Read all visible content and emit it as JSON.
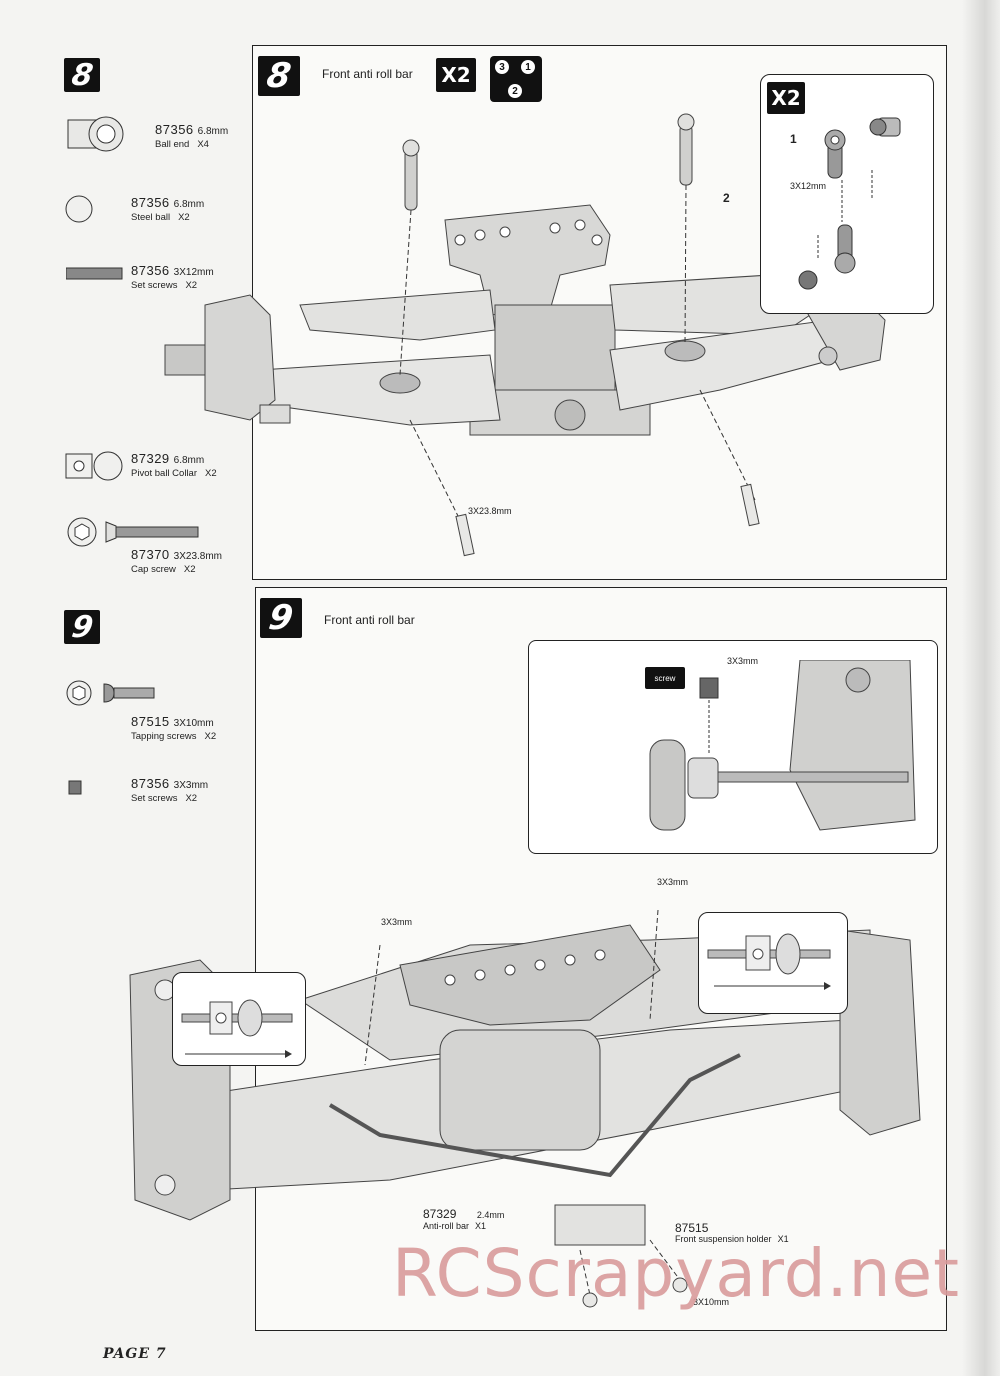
{
  "steps": [
    {
      "badge": "8",
      "title": "Front anti roll bar",
      "multiplier": "X2",
      "sequence": [
        "3",
        "1",
        "2"
      ],
      "parts": [
        {
          "number": "87356",
          "size": "6.8mm",
          "desc": "Ball end",
          "qty": "X4"
        },
        {
          "number": "87356",
          "size": "6.8mm",
          "desc": "Steel ball",
          "qty": "X2"
        },
        {
          "number": "87356",
          "size": "3X12mm",
          "desc": "Set screws",
          "qty": "X2"
        },
        {
          "number": "87329",
          "size": "6.8mm",
          "desc": "Pivot ball Collar",
          "qty": "X2"
        },
        {
          "number": "87370",
          "size": "3X23.8mm",
          "desc": "Cap screw",
          "qty": "X2"
        }
      ],
      "inset": {
        "multiplier": "X2",
        "step1": "1",
        "step2": "2",
        "label": "3X12mm"
      },
      "callouts": {
        "screw": "3X23.8mm"
      }
    },
    {
      "badge": "9",
      "title": "Front anti roll bar",
      "parts": [
        {
          "number": "87515",
          "size": "3X10mm",
          "desc": "Tapping screws",
          "qty": "X2"
        },
        {
          "number": "87356",
          "size": "3X3mm",
          "desc": "Set screws",
          "qty": "X2"
        }
      ],
      "inset": {
        "tag": "screw",
        "label": "3X3mm"
      },
      "callouts": {
        "setscrew_right": "3X3mm",
        "setscrew_left": "3X3mm",
        "antiroll_number": "87329",
        "antiroll_size": "2.4mm",
        "antiroll_desc": "Anti-roll bar",
        "antiroll_qty": "X1",
        "holder_number": "87515",
        "holder_desc": "Front suspension holder",
        "holder_qty": "X1",
        "bottom_screw": "3X10mm"
      }
    }
  ],
  "watermark": "RCScrapyard.net",
  "footer": "PAGE 7"
}
